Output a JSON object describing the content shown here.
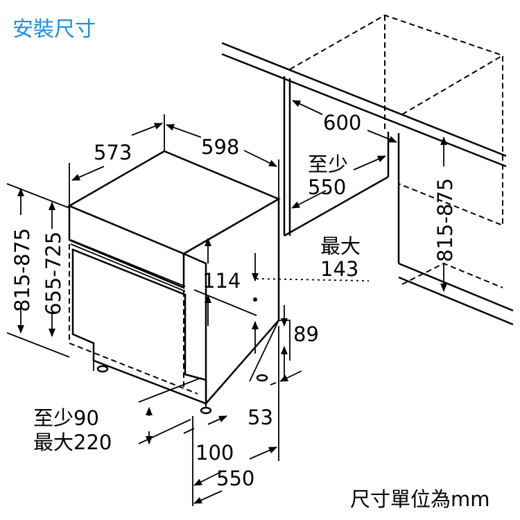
{
  "title": "安裝尺寸",
  "title_color": "#1a8fe0",
  "unit_note": "尺寸單位為mm",
  "dimensions": {
    "depth": "573",
    "width": "598",
    "niche_width": "600",
    "niche_min_label": "至少",
    "niche_min_value": "550",
    "height_left": "815-875",
    "height_door": "655-725",
    "height_right": "815-875",
    "max_label": "最大",
    "max_value": "143",
    "plinth_gap": "114",
    "foot_height": "89",
    "plinth_min": "至少90",
    "plinth_max": "最大220",
    "foot_offset": "53",
    "plinth_depth": "100",
    "total_depth": "550"
  }
}
